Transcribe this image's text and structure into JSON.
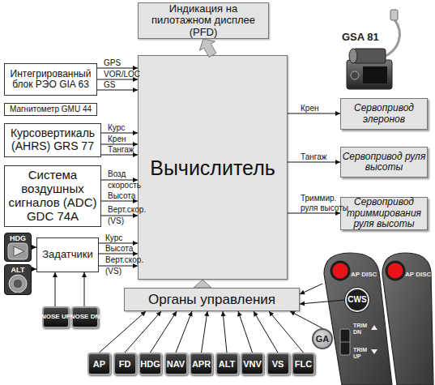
{
  "diagram": {
    "nodes": [
      {
        "text": [
          "Индикация на пилотажном дисплее (PFD)"
        ]
      },
      {
        "text": [
          "Интегрированный блок РЭО GIA 63"
        ]
      },
      {
        "text": [
          "Магнитометр GMU 44"
        ]
      },
      {
        "text": [
          "Курсовертикаль (AHRS) GRS 77"
        ]
      },
      {
        "text": [
          "Система воздушных сигналов (ADC) GDC 74A"
        ]
      },
      {
        "text": [
          "Вычислитель"
        ]
      },
      {
        "text": [
          "Сервопривод элеронов"
        ]
      },
      {
        "text": [
          "Сервопривод руля высоты"
        ]
      },
      {
        "text": [
          "Сервопривод триммирования руля высоты"
        ]
      },
      {
        "text": [
          "HDG"
        ]
      },
      {
        "text": [
          "ALT"
        ]
      },
      {
        "text": [
          "Задатчики"
        ]
      },
      {
        "text": [
          "NOSE UP"
        ]
      },
      {
        "text": [
          "NOSE DN"
        ]
      },
      {
        "text": [
          "Органы управления"
        ]
      },
      {
        "text": [
          "AP DISC",
          "TRIM DN",
          "TRIM UP"
        ]
      },
      {
        "text": [
          "CWS"
        ],
        "in": 15
      },
      {
        "text": [
          "AP DISC"
        ]
      },
      {
        "text": [
          "GA"
        ]
      },
      {
        "text": [
          "AP"
        ]
      },
      {
        "text": [
          "FD"
        ]
      },
      {
        "text": [
          "HDG"
        ]
      },
      {
        "text": [
          "NAV"
        ]
      },
      {
        "text": [
          "APR"
        ]
      },
      {
        "text": [
          "ALT"
        ]
      },
      {
        "text": [
          "VNV"
        ]
      },
      {
        "text": [
          "VS"
        ]
      },
      {
        "text": [
          "FLC"
        ]
      }
    ],
    "edges": [
      {
        "from": 1,
        "to": 5,
        "arrow": "to",
        "label": "GPS"
      },
      {
        "from": 1,
        "to": 5,
        "arrow": "to",
        "label": "VOR/LOC"
      },
      {
        "from": 1,
        "to": 5,
        "arrow": "to",
        "label": "GS"
      },
      {
        "from": 3,
        "to": 5,
        "arrow": "to",
        "label": "Курс"
      },
      {
        "from": 3,
        "to": 5,
        "arrow": "to",
        "label": "Крен"
      },
      {
        "from": 3,
        "to": 5,
        "arrow": "to",
        "label": "Тангаж"
      },
      {
        "from": 4,
        "to": 5,
        "arrow": "to",
        "label": "Возд скорость"
      },
      {
        "from": 4,
        "to": 5,
        "arrow": "to",
        "label": "Высота"
      },
      {
        "from": 4,
        "to": 5,
        "arrow": "to",
        "label": "Верт.скор. (VS)"
      },
      {
        "from": 11,
        "to": 5,
        "arrow": "to",
        "label": "Курс"
      },
      {
        "from": 11,
        "to": 5,
        "arrow": "to",
        "label": "Высота"
      },
      {
        "from": 11,
        "to": 5,
        "arrow": "to",
        "label": "Верт.скор. (VS)"
      },
      {
        "from": 5,
        "to": 6,
        "arrow": "to",
        "label": "Крен"
      },
      {
        "from": 5,
        "to": 7,
        "arrow": "to",
        "label": "Тангаж"
      },
      {
        "from": 5,
        "to": 8,
        "arrow": "to",
        "label": "Триммир. руля высоты"
      },
      {
        "from": 5,
        "to": 0,
        "arrow": "to"
      },
      {
        "from": 14,
        "to": 5,
        "arrow": "to"
      },
      {
        "from": 9,
        "to": 11,
        "arrow": "to"
      },
      {
        "from": 10,
        "to": 11,
        "arrow": "to"
      },
      {
        "from": 12,
        "to": 11,
        "arrow": "to"
      },
      {
        "from": 13,
        "to": 11,
        "arrow": "to"
      },
      {
        "from": 19,
        "to": 14,
        "arrow": "to"
      },
      {
        "from": 20,
        "to": 14,
        "arrow": "to"
      },
      {
        "from": 21,
        "to": 14,
        "arrow": "to"
      },
      {
        "from": 22,
        "to": 14,
        "arrow": "to"
      },
      {
        "from": 23,
        "to": 14,
        "arrow": "to"
      },
      {
        "from": 24,
        "to": 14,
        "arrow": "to"
      },
      {
        "from": 25,
        "to": 14,
        "arrow": "to"
      },
      {
        "from": 26,
        "to": 14,
        "arrow": "to"
      },
      {
        "from": 27,
        "to": 14,
        "arrow": "to"
      },
      {
        "from": 18,
        "to": 14,
        "arrow": "to"
      },
      {
        "from": 15,
        "to": 14,
        "arrow": "to"
      },
      {
        "from": 16,
        "to": 14,
        "arrow": "to"
      }
    ],
    "labels": [
      "GSA 81"
    ]
  }
}
